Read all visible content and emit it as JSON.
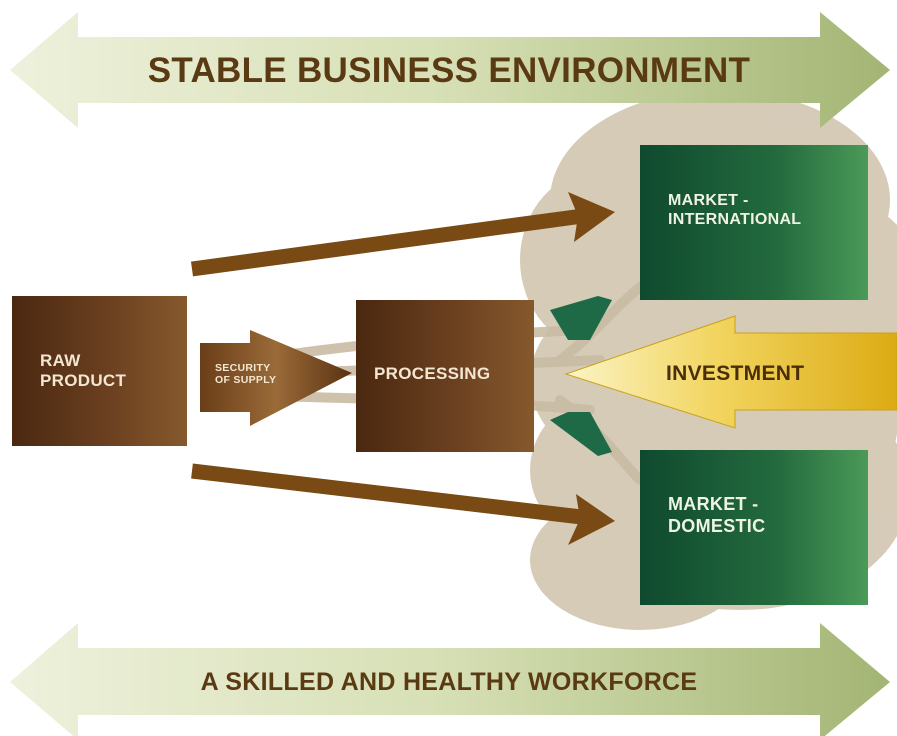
{
  "banners": {
    "top": "STABLE BUSINESS ENVIRONMENT",
    "bottom": "A SKILLED AND HEALTHY WORKFORCE"
  },
  "nodes": {
    "raw_product": [
      "RAW",
      "PRODUCT"
    ],
    "security_of_supply": [
      "SECURITY",
      "OF SUPPLY"
    ],
    "processing": "PROCESSING",
    "market_international": [
      "MARKET -",
      "INTERNATIONAL"
    ],
    "market_domestic": [
      "MARKET -",
      "DOMESTIC"
    ],
    "investment": "INVESTMENT"
  },
  "colors": {
    "banner_light": "#eef1dc",
    "banner_dark": "#a9b97a",
    "banner_text": "#5a3a12",
    "brown_dark": "#4a2a10",
    "brown_light": "#8a5a2a",
    "arrow_brown": "#7a4a14",
    "green_dark": "#0f4a2e",
    "green_light": "#3f8a4e",
    "gold_light": "#fbf2c0",
    "gold_dark": "#e6b51a",
    "tree": "#cdbfa8"
  }
}
